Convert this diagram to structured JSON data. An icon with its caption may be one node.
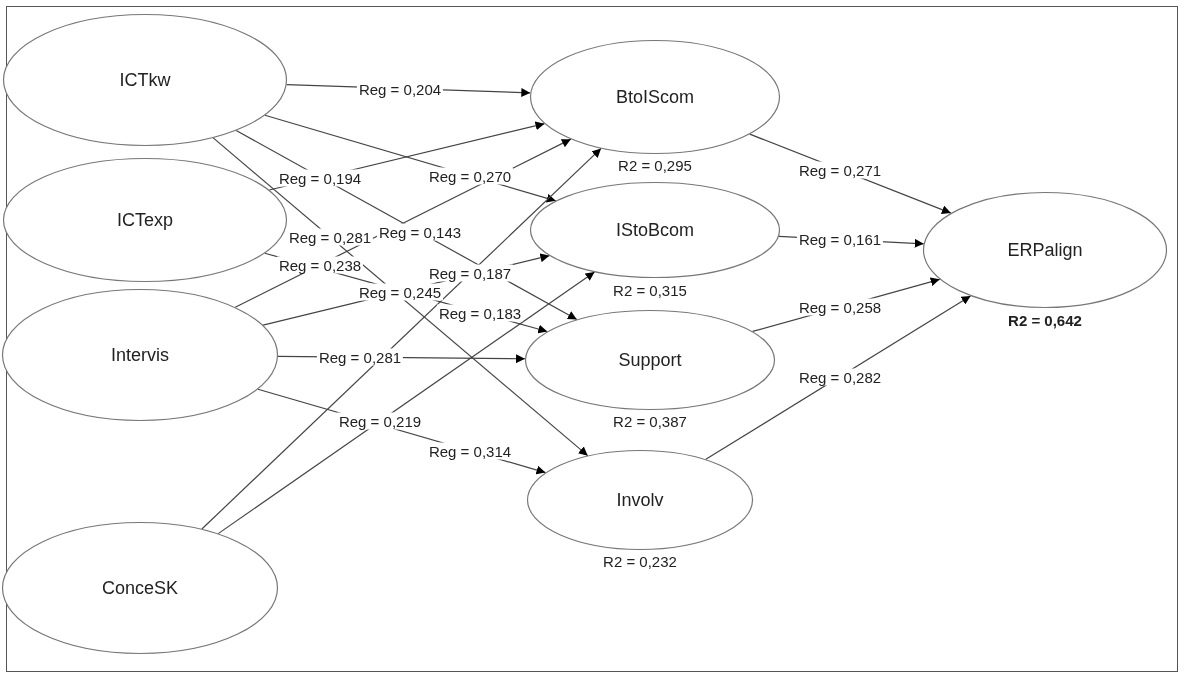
{
  "diagram": {
    "nodes": [
      {
        "text": [
          "ICTkw"
        ]
      },
      {
        "text": [
          "ICTexp"
        ]
      },
      {
        "text": [
          "Intervis"
        ]
      },
      {
        "text": [
          "ConceSK"
        ]
      },
      {
        "text": [
          "BtoIScom"
        ],
        "beside": [
          "R2 = 0,295"
        ]
      },
      {
        "text": [
          "IStoBcom"
        ],
        "beside": [
          "R2 = 0,315"
        ]
      },
      {
        "text": [
          "Support"
        ],
        "beside": [
          "R2 = 0,387"
        ]
      },
      {
        "text": [
          "Involv"
        ],
        "beside": [
          "R2 = 0,232"
        ]
      },
      {
        "text": [
          "ERPalign"
        ],
        "beside": [
          "R2 = 0,642"
        ]
      }
    ],
    "edges": [
      {
        "from": 0,
        "to": 4,
        "arrow": "to",
        "label": "Reg = 0,204"
      },
      {
        "from": 1,
        "to": 4,
        "arrow": "to",
        "label": "Reg = 0,194"
      },
      {
        "from": 0,
        "to": 5,
        "arrow": "to",
        "label": "Reg = 0,270"
      },
      {
        "from": 0,
        "to": 6,
        "arrow": "to",
        "label": "Reg = 0,143"
      },
      {
        "from": 0,
        "to": 7,
        "arrow": "to",
        "label": "Reg = 0,281"
      },
      {
        "from": 1,
        "to": 6,
        "arrow": "to",
        "label": "Reg = 0,183"
      },
      {
        "from": 2,
        "to": 4,
        "arrow": "to",
        "label": "Reg = 0,238"
      },
      {
        "from": 2,
        "to": 5,
        "arrow": "to",
        "label": "Reg = 0,245"
      },
      {
        "from": 2,
        "to": 6,
        "arrow": "to",
        "label": "Reg = 0,281"
      },
      {
        "from": 3,
        "to": 4,
        "arrow": "to",
        "label": "Reg = 0,187"
      },
      {
        "from": 3,
        "to": 5,
        "arrow": "to",
        "label": "Reg = 0,219"
      },
      {
        "from": 2,
        "to": 7,
        "arrow": "to",
        "label": "Reg = 0,314"
      },
      {
        "from": 4,
        "to": 8,
        "arrow": "to",
        "label": "Reg = 0,271"
      },
      {
        "from": 5,
        "to": 8,
        "arrow": "to",
        "label": "Reg = 0,161"
      },
      {
        "from": 6,
        "to": 8,
        "arrow": "to",
        "label": "Reg = 0,258"
      },
      {
        "from": 7,
        "to": 8,
        "arrow": "to",
        "label": "Reg = 0,282"
      }
    ]
  }
}
